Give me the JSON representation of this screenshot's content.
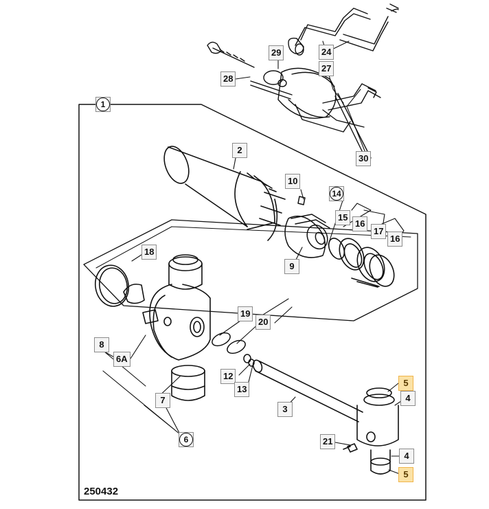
{
  "diagram": {
    "drawing_code": "250432",
    "callouts": {
      "c1": "1",
      "c2": "2",
      "c3": "3",
      "c4a": "4",
      "c4b": "4",
      "c5a": "5",
      "c5b": "5",
      "c6": "6",
      "c6a": "6A",
      "c7": "7",
      "c8": "8",
      "c9": "9",
      "c10": "10",
      "c12": "12",
      "c13": "13",
      "c14": "14",
      "c15": "15",
      "c16a": "16",
      "c16b": "16",
      "c17": "17",
      "c18": "18",
      "c19": "19",
      "c20": "20",
      "c21": "21",
      "c24": "24",
      "c27": "27",
      "c28": "28",
      "c29": "29",
      "c30": "30"
    },
    "highlight_color": "#fbe2a6"
  }
}
